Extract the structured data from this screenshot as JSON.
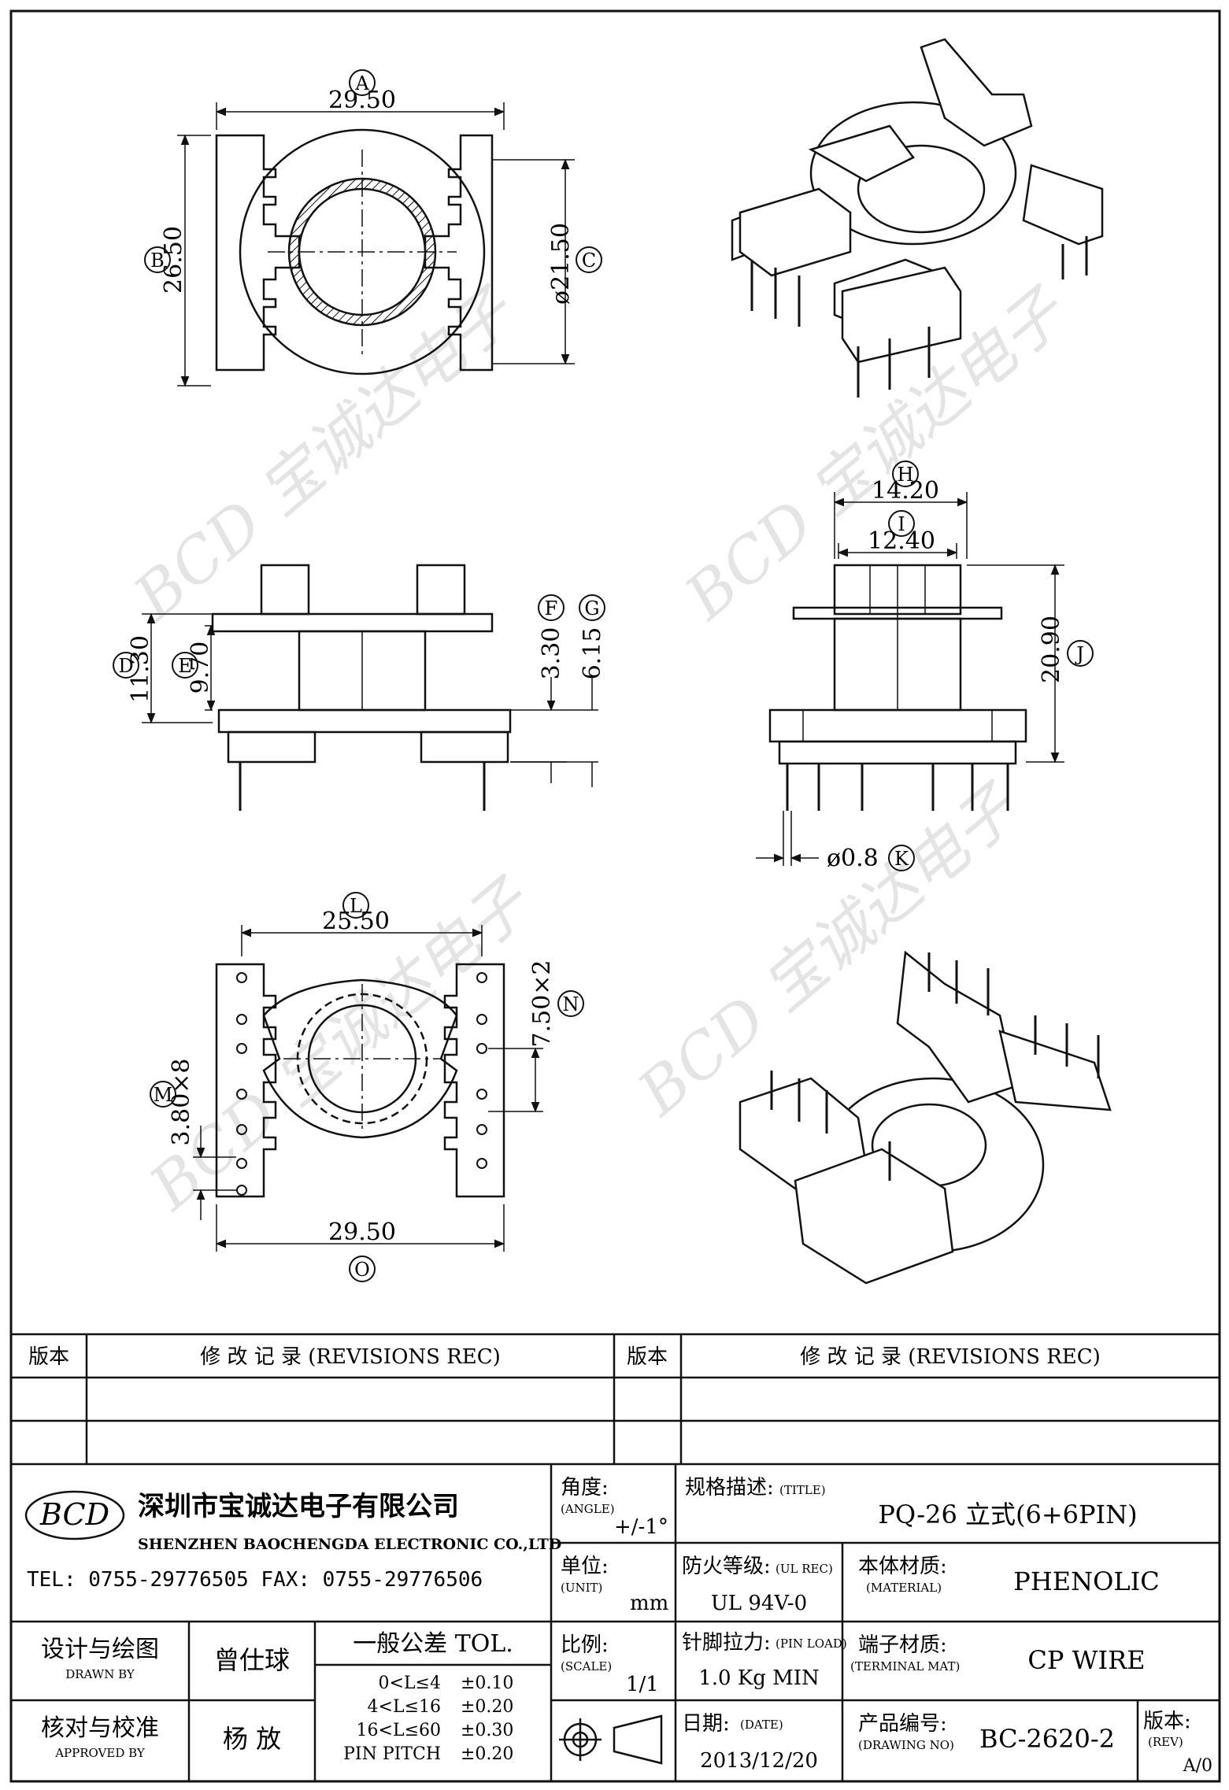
{
  "drawing": {
    "top_view": {
      "dim_A": {
        "label": "A",
        "value": "29.50"
      },
      "dim_B": {
        "label": "B",
        "value": "26.50"
      },
      "dim_C": {
        "label": "C",
        "value": "ø21.50"
      }
    },
    "side_view": {
      "dim_D": {
        "label": "D",
        "value": "11.30"
      },
      "dim_E": {
        "label": "E",
        "value": "9.70"
      },
      "dim_F": {
        "label": "F",
        "value": "3.30"
      },
      "dim_G": {
        "label": "G",
        "value": "6.15"
      }
    },
    "front_view": {
      "dim_H": {
        "label": "H",
        "value": "14.20"
      },
      "dim_I": {
        "label": "I",
        "value": "12.40"
      },
      "dim_J": {
        "label": "J",
        "value": "20.90"
      },
      "dim_K": {
        "label": "K",
        "value": "ø0.8"
      }
    },
    "bottom_view": {
      "dim_L": {
        "label": "L",
        "value": "25.50"
      },
      "dim_M": {
        "label": "M",
        "value": "3.80×8"
      },
      "dim_N": {
        "label": "N",
        "value": "7.50×2"
      },
      "dim_O": {
        "label": "O",
        "value": "29.50"
      }
    },
    "watermark": "BCD 宝诚达电子"
  },
  "revisions": {
    "col1_title": "版本",
    "col2_title": "修 改 记 录 (REVISIONS REC)",
    "col3_title": "版本",
    "col4_title": "修 改 记 录 (REVISIONS REC)"
  },
  "title_block": {
    "logo_text": "BCD",
    "company_cn": "深圳市宝诚达电子有限公司",
    "company_en": "SHENZHEN BAOCHENGDA ELECTRONIC CO.,LTD",
    "tel_fax": "TEL: 0755-29776505 FAX: 0755-29776506",
    "angle_label": "角度:",
    "angle_en": "(ANGLE)",
    "angle_value": "+/-1°",
    "title_label": "规格描述:",
    "title_en": "(TITLE)",
    "title_value": "PQ-26 立式(6+6PIN)",
    "unit_label": "单位:",
    "unit_en": "(UNIT)",
    "unit_value": "mm",
    "ul_label": "防火等级:",
    "ul_en": "(UL REC)",
    "ul_value": "UL 94V-0",
    "material_label": "本体材质:",
    "material_en": "(MATERIAL)",
    "material_value": "PHENOLIC",
    "design_label": "设计与绘图",
    "design_en": "DRAWN BY",
    "design_value": "曾仕球",
    "tol_title": "一般公差 TOL.",
    "tol_rows": [
      {
        "range": "0<L≤4",
        "tol": "±0.10"
      },
      {
        "range": "4<L≤16",
        "tol": "±0.20"
      },
      {
        "range": "16<L≤60",
        "tol": "±0.30"
      },
      {
        "range": "PIN PITCH",
        "tol": "±0.20"
      }
    ],
    "scale_label": "比例:",
    "scale_en": "(SCALE)",
    "scale_value": "1/1",
    "pinload_label": "针脚拉力:",
    "pinload_en": "(PIN LOAD)",
    "pinload_value": "1.0 Kg MIN",
    "terminal_label": "端子材质:",
    "terminal_en": "(TERMINAL MAT)",
    "terminal_value": "CP WIRE",
    "approve_label": "核对与校准",
    "approve_en": "APPROVED BY",
    "approve_value": "杨 放",
    "date_label": "日期:",
    "date_en": "(DATE)",
    "date_value": "2013/12/20",
    "drawno_label": "产品编号:",
    "drawno_en": "(DRAWING NO)",
    "drawno_value": "BC-2620-2",
    "rev_label": "版本:",
    "rev_en": "(REV)",
    "rev_value": "A/0"
  }
}
